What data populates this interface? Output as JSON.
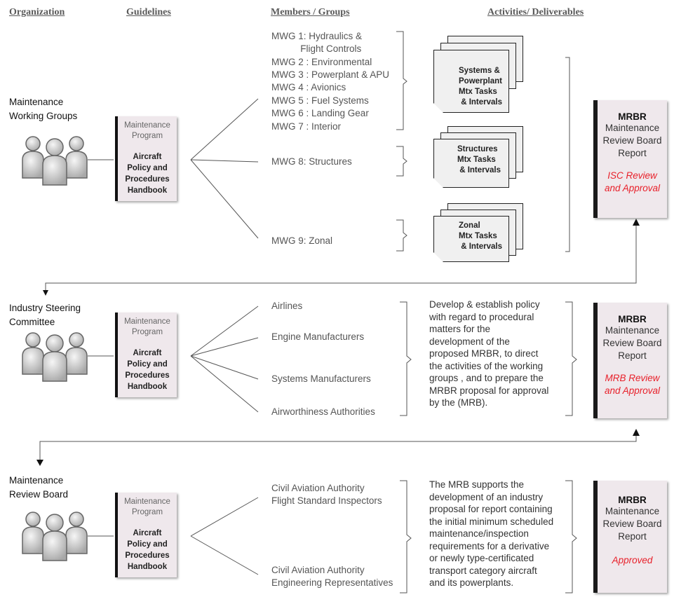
{
  "headers": {
    "organization": "Organization",
    "guidelines": "Guidelines",
    "members": "Members / Groups",
    "activities": "Activities/ Deliverables"
  },
  "colors": {
    "approval_red": "#e8202a",
    "frame": "#555555",
    "book_fill": "#efe8ec"
  },
  "book": {
    "line1": "Maintenance",
    "line2": "Program",
    "title": "Aircraft\nPolicy and\nProcedures\nHandbook"
  },
  "mrbr": {
    "title": "MRBR",
    "name": "Maintenance\nReview Board\nReport"
  },
  "sections": [
    {
      "organization": "Maintenance\nWorking Groups",
      "members": [
        "MWG 1: Hydraulics &\n           Flight Controls",
        "MWG 2 : Environmental",
        "MWG 3 : Powerplant & APU",
        "MWG 4 : Avionics",
        "MWG 5 : Fuel Systems",
        "MWG 6 : Landing Gear",
        "MWG 7 : Interior",
        "MWG 8: Structures",
        "MWG 9: Zonal"
      ],
      "deliverables": [
        "Systems &\nPowerplant\nMtx Tasks\n & Intervals",
        "Structures\nMtx Tasks\n & Intervals",
        "Zonal\nMtx Tasks\n & Intervals"
      ],
      "status": "ISC Review\nand Approval"
    },
    {
      "organization": "Industry Steering\nCommittee",
      "members": [
        "Airlines",
        "Engine Manufacturers",
        "Systems Manufacturers",
        "Airworthiness Authorities"
      ],
      "activity": "Develop & establish policy\nwith regard to procedural\nmatters for the\ndevelopment of the\nproposed MRBR, to direct\nthe activities of the working\ngroups , and to prepare the\nMRBR proposal for approval\nby the (MRB).",
      "status": "MRB Review\nand Approval"
    },
    {
      "organization": "Maintenance\nReview Board",
      "members": [
        "Civil Aviation Authority\nFlight Standard Inspectors",
        "Civil Aviation Authority\nEngineering Representatives"
      ],
      "activity": "The MRB supports the\ndevelopment of an industry\nproposal for report containing\nthe initial minimum scheduled\nmaintenance/inspection\nrequirements for a derivative\nor newly type-certificated\ntransport category aircraft\nand its powerplants.",
      "status": "Approved"
    }
  ]
}
